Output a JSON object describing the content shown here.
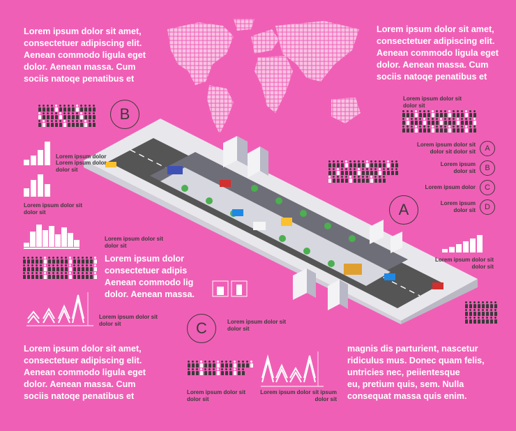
{
  "paragraphs": {
    "top_left": "Lorem ipsum dolor sit amet,\nconsectetuer adipiscing elit.\nAenean commodo ligula eget\ndolor. Aenean massa. Cum\nsociis natoqe penatibus et",
    "top_right": "Lorem ipsum dolor sit amet,\nconsectetuer adipiscing elit.\nAenean commodo ligula eget\ndolor. Aenean massa. Cum\nsociis natoqe penatibus et",
    "middle_left": "Lorem ipsum dolor\nconsectetuer adipis\nAenean commodo lig\ndolor. Aenean massa.",
    "bottom_left": "Lorem ipsum dolor sit amet,\nconsectetuer adipiscing elit.\nAenean commodo ligula eget\ndolor. Aenean massa. Cum\nsociis natoqe penatibus et",
    "bottom_right": "magnis dis parturient, nascetur\nridiculus mus. Donec quam felis,\nuntricies nec, peiientesque\neu, pretium quis, sem. Nulla\nconsequat massa quis enim."
  },
  "captions": {
    "right_top": "Lorem ipsum dolor sit\ndolor sit",
    "left_chart1_a": "Lorem ipsum dolor",
    "left_chart1_b": "Lorem ipsum dolor\ndolor sit",
    "left_chart2": "Lorem ipsum dolor sit\ndolor sit",
    "center_left": "Lorem ipsum dolor sit\ndolor sit",
    "left_arrows": "Lorem ipsum dolor sit\ndolor sit",
    "center_c": "Lorem ipsum dolor sit\ndolor sit",
    "right_bars": "Lorem ipsum dolor sit\ndolor sit",
    "bottom_people": "Lorem ipsum dolor sit\ndolor sit",
    "bottom_chart": "Lorem ipsum dolor sit ipsum\ndolor sit"
  },
  "badges": {
    "a": "A",
    "b": "B",
    "c": "C"
  },
  "options": [
    {
      "letter": "A",
      "text": "Lorem ipsum dolor sit\ndolor sit dolor sit"
    },
    {
      "letter": "B",
      "text": "Lorem ipsum\ndolor sit"
    },
    {
      "letter": "C",
      "text": "Lorem ipsum dolor"
    },
    {
      "letter": "D",
      "text": "Lorem ipsum\ndolor sit"
    }
  ],
  "colors": {
    "background": "#f05fb6",
    "ink": "#3a3a3a",
    "white": "#ffffff",
    "road": "#555555",
    "ground": "#e8e8ec"
  }
}
